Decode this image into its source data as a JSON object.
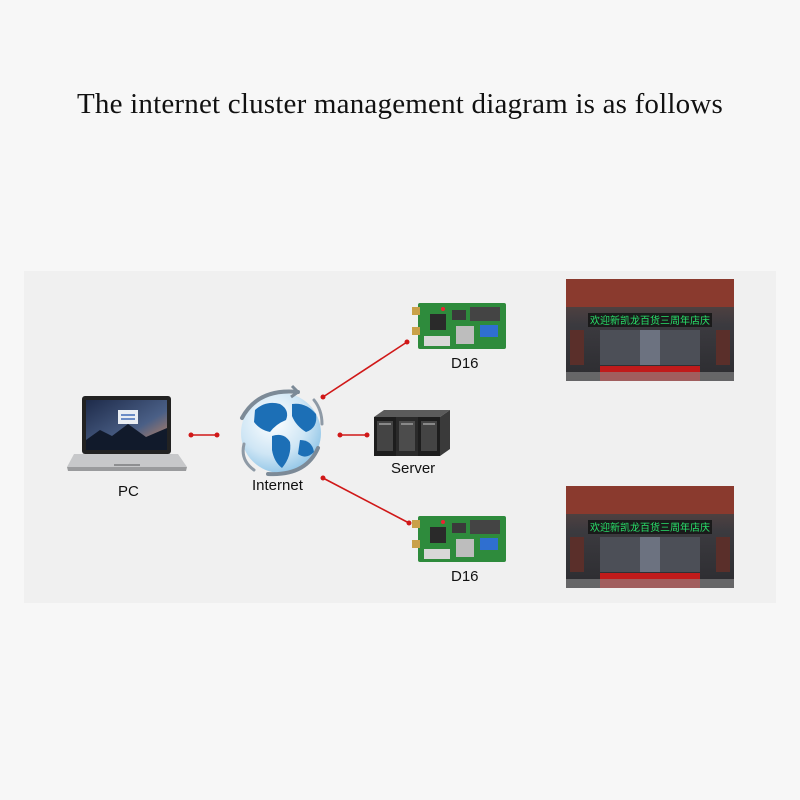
{
  "title": "The internet cluster management diagram is as follows",
  "nodes": {
    "pc": {
      "label": "PC"
    },
    "internet": {
      "label": "Internet"
    },
    "server": {
      "label": "Server"
    },
    "controller_top": {
      "label": "D16"
    },
    "controller_bottom": {
      "label": "D16"
    }
  },
  "screens": {
    "top": {
      "text": "欢迎新凯龙百货三周年店庆"
    },
    "bottom": {
      "text": "欢迎新凯龙百货三周年店庆"
    }
  },
  "colors": {
    "connector": "#d01818",
    "background": "#f7f7f7",
    "panel": "#f0f0f0"
  }
}
